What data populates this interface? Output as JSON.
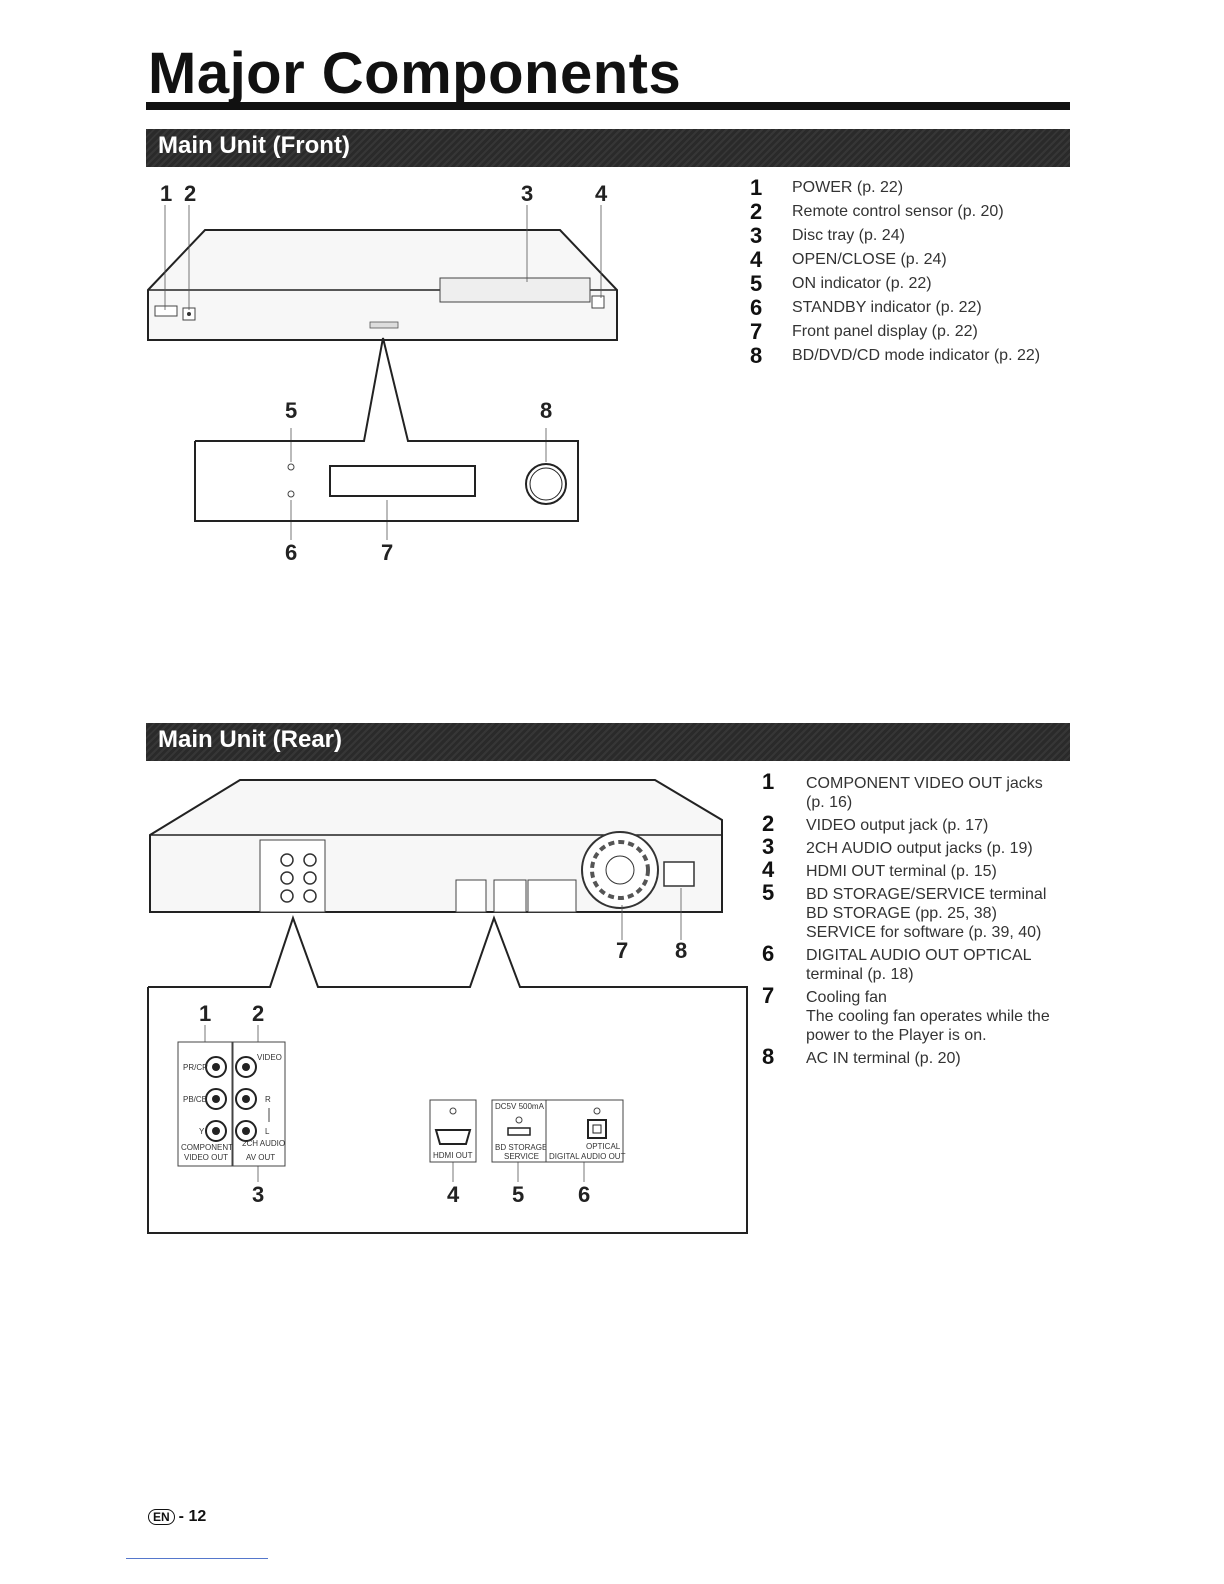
{
  "page": {
    "title": "Major Components",
    "page_number": "- 12",
    "lang_badge": "EN"
  },
  "front": {
    "header": "Main Unit (Front)",
    "callouts": [
      "1",
      "2",
      "3",
      "4",
      "5",
      "8",
      "6",
      "7"
    ],
    "items": [
      {
        "num": "1",
        "text": "POWER (p. 22)"
      },
      {
        "num": "2",
        "text": "Remote control sensor (p. 20)"
      },
      {
        "num": "3",
        "text": "Disc tray (p. 24)"
      },
      {
        "num": "4",
        "text": "OPEN/CLOSE (p. 24)"
      },
      {
        "num": "5",
        "text": "ON indicator (p. 22)"
      },
      {
        "num": "6",
        "text": "STANDBY indicator (p. 22)"
      },
      {
        "num": "7",
        "text": "Front panel display (p. 22)"
      },
      {
        "num": "8",
        "text": "BD/DVD/CD mode indicator (p. 22)"
      }
    ]
  },
  "rear": {
    "header": "Main Unit (Rear)",
    "callouts": [
      "7",
      "8",
      "1",
      "2",
      "3",
      "4",
      "5",
      "6"
    ],
    "jack_labels": {
      "pbcb": "PB/CB",
      "prcr": "PR/CR",
      "y": "Y",
      "video": "VIDEO",
      "r": "R",
      "l": "L",
      "component": "COMPONENT",
      "video_out": "VIDEO OUT",
      "audio2ch": "2CH AUDIO",
      "av_out": "AV OUT",
      "hdmi_out": "HDMI OUT",
      "dc5v": "DC5V 500mA",
      "bd_storage": "BD STORAGE/",
      "service": "SERVICE",
      "optical": "OPTICAL",
      "digital_audio_out": "DIGITAL AUDIO OUT"
    },
    "items": [
      {
        "num": "1",
        "lines": [
          "COMPONENT VIDEO OUT jacks",
          "(p. 16)"
        ]
      },
      {
        "num": "2",
        "lines": [
          "VIDEO output jack (p. 17)"
        ]
      },
      {
        "num": "3",
        "lines": [
          "2CH AUDIO output jacks (p. 19)"
        ]
      },
      {
        "num": "4",
        "lines": [
          "HDMI OUT terminal (p. 15)"
        ]
      },
      {
        "num": "5",
        "lines": [
          "BD STORAGE/SERVICE terminal",
          "BD STORAGE (pp. 25, 38)",
          "SERVICE for software (p. 39, 40)"
        ]
      },
      {
        "num": "6",
        "lines": [
          "DIGITAL AUDIO OUT OPTICAL",
          "terminal (p. 18)"
        ]
      },
      {
        "num": "7",
        "lines": [
          "Cooling fan",
          "The cooling fan operates while the",
          "power to the Player is on."
        ]
      },
      {
        "num": "8",
        "lines": [
          "AC IN terminal (p. 20)"
        ]
      }
    ]
  }
}
